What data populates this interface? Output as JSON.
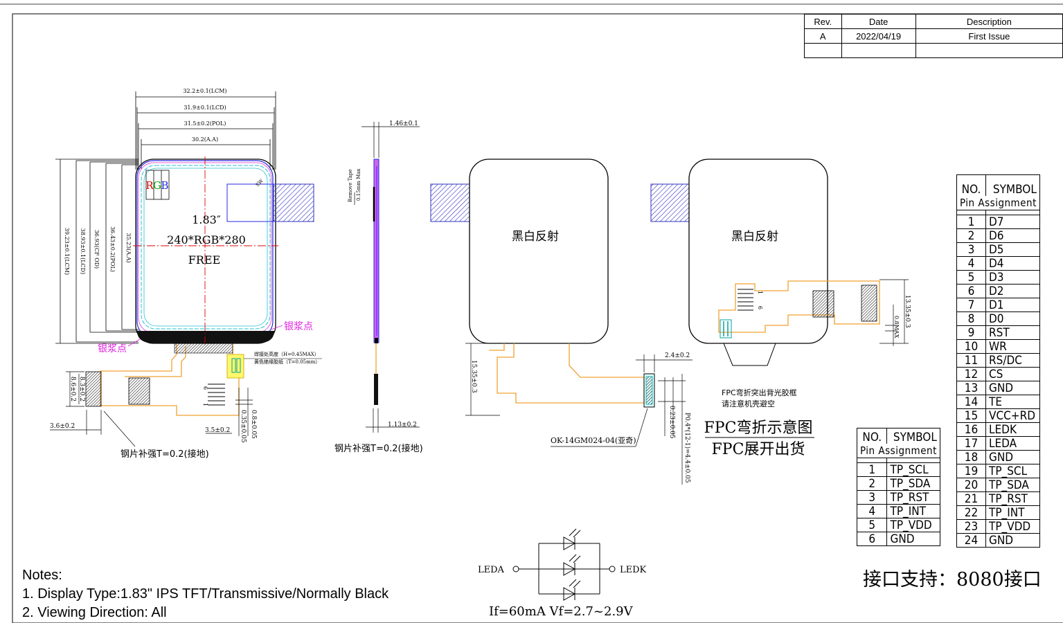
{
  "revision_table": {
    "headers": [
      "Rev.",
      "Date",
      "Description"
    ],
    "rows": [
      [
        "A",
        "2022/04/19",
        "First Issue"
      ],
      [
        "",
        "",
        ""
      ]
    ]
  },
  "front_view": {
    "dims_horizontal": [
      "32.2±0.1(LCM)",
      "31.9±0.1(LCD)",
      "31.5±0.2(POL)",
      "30.2(A.A)"
    ],
    "dims_vertical": [
      "39.23±0.1(LCM)",
      "38.93±0.1(LCD)",
      "36.93(CF OD)",
      "36.43±0.2(POL)",
      "35.23(A.A)"
    ],
    "rgb_letters": [
      "R",
      "G",
      "B"
    ],
    "size": "1.83″",
    "resolution": "240*RGB*280",
    "free": "FREE",
    "silver_point_1": "银浆点",
    "silver_point_2": "银浆点",
    "solder_height": "焊接处高度（H=0.45MAX）",
    "yellow_tape": "黄色绝缘胶纸（T=0.05mm）",
    "dim_8_6": "8.6±0.2",
    "dim_8_3": "8.3±0.2",
    "dim_3_6": "3.6±0.2",
    "dim_3_5": "3.5±0.2",
    "dim_0_35": "0.35±0.05",
    "dim_0_8": "0.8±0.05",
    "pin_label_1": "1",
    "pin_label_6": "6",
    "stiffener": "钢片补强T=0.2(接地)",
    "sw_label": "SW"
  },
  "side_view": {
    "thickness": "1.46±0.1",
    "remove_tape": "Remove Tape",
    "tape_dim": "0.15mm Max",
    "thickness_bottom": "1.13±0.2",
    "stiffener": "钢片补强T=0.2(接地)"
  },
  "folded_view": {
    "label_left": "黑白反射",
    "dim_15_35": "15.35±0.3",
    "dim_2_4": "2.4±0.2",
    "dim_0_23": "0.23±0.05",
    "pitch": "P0.4*(12-1)=4.4±0.05",
    "connector": "OK-14GM024-04(亚奇)"
  },
  "back_view": {
    "label": "黑白反射",
    "dim_13_35": "13.35±0.3",
    "dim_0_8max": "0.8MAX",
    "pin_1": "1",
    "pin_6": "6",
    "fpc_note_1": "FPC弯折突出背光胶框",
    "fpc_note_2": "请注意机壳避空",
    "fpc_title_1": "FPC弯折示意图",
    "fpc_title_2": "FPC展开出货"
  },
  "led_circuit": {
    "leda": "LEDA",
    "ledk": "LEDK",
    "spec": "If=60mA   Vf=2.7~2.9V"
  },
  "notes": {
    "title": "Notes:",
    "line1": "1. Display Type:1.83\" IPS TFT/Transmissive/Normally Black",
    "line2": "2. Viewing Direction: All"
  },
  "interface": "接口支持：8080接口",
  "tp_pins": {
    "header_no": "NO.",
    "header_symbol": "SYMBOL",
    "header_sub": "Pin Assignment",
    "rows": [
      [
        "1",
        "TP_SCL"
      ],
      [
        "2",
        "TP_SDA"
      ],
      [
        "3",
        "TP_RST"
      ],
      [
        "4",
        "TP_INT"
      ],
      [
        "5",
        "TP_VDD"
      ],
      [
        "6",
        "GND"
      ]
    ]
  },
  "main_pins": {
    "header_no": "NO.",
    "header_symbol": "SYMBOL",
    "header_sub": "Pin Assignment",
    "rows": [
      [
        "1",
        "D7"
      ],
      [
        "2",
        "D6"
      ],
      [
        "3",
        "D5"
      ],
      [
        "4",
        "D4"
      ],
      [
        "5",
        "D3"
      ],
      [
        "6",
        "D2"
      ],
      [
        "7",
        "D1"
      ],
      [
        "8",
        "D0"
      ],
      [
        "9",
        "RST"
      ],
      [
        "10",
        "WR"
      ],
      [
        "11",
        "RS/DC"
      ],
      [
        "12",
        "CS"
      ],
      [
        "13",
        "GND"
      ],
      [
        "14",
        "TE"
      ],
      [
        "15",
        "VCC+RD"
      ],
      [
        "16",
        "LEDK"
      ],
      [
        "17",
        "LEDA"
      ],
      [
        "18",
        "GND"
      ],
      [
        "19",
        "TP_SCL"
      ],
      [
        "20",
        "TP_SDA"
      ],
      [
        "21",
        "TP_RST"
      ],
      [
        "22",
        "TP_INT"
      ],
      [
        "23",
        "TP_VDD"
      ],
      [
        "24",
        "GND"
      ]
    ]
  },
  "colors": {
    "fpc": "#f0a030",
    "outline_blue": "#2a2ae0",
    "center_red": "#e00000",
    "silver_magenta": "#e020e0",
    "pink_frame": "#e060e0",
    "cyan_frame": "#20c0d0",
    "hatch_blue": "#3030c0"
  }
}
